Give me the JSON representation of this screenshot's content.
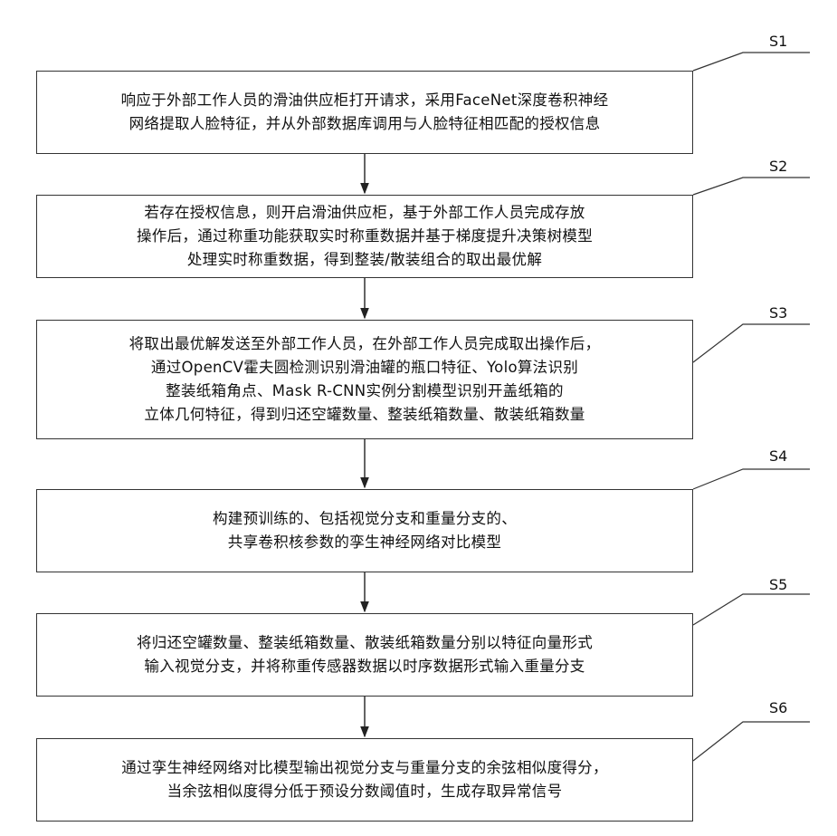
{
  "steps": [
    {
      "label": "S1",
      "lines": [
        "响应于外部工作人员的滑油供应柜打开请求，采用FaceNet深度卷积神经",
        "网络提取人脸特征，并从外部数据库调用与人脸特征相匹配的授权信息"
      ]
    },
    {
      "label": "S2",
      "lines": [
        "若存在授权信息，则开启滑油供应柜，基于外部工作人员完成存放",
        "操作后，通过称重功能获取实时称重数据并基于梯度提升决策树模型",
        "处理实时称重数据，得到整装/散装组合的取出最优解"
      ]
    },
    {
      "label": "S3",
      "lines": [
        "将取出最优解发送至外部工作人员，在外部工作人员完成取出操作后，",
        "通过OpenCV霍夫圆检测识别滑油罐的瓶口特征、Yolo算法识别",
        "整装纸箱角点、Mask R-CNN实例分割模型识别开盖纸箱的",
        "立体几何特征，得到归还空罐数量、整装纸箱数量、散装纸箱数量"
      ]
    },
    {
      "label": "S4",
      "lines": [
        "构建预训练的、包括视觉分支和重量分支的、",
        "共享卷积核参数的孪生神经网络对比模型"
      ]
    },
    {
      "label": "S5",
      "lines": [
        "将归还空罐数量、整装纸箱数量、散装纸箱数量分别以特征向量形式",
        "输入视觉分支，并将称重传感器数据以时序数据形式输入重量分支"
      ]
    },
    {
      "label": "S6",
      "lines": [
        "通过孪生神经网络对比模型输出视觉分支与重量分支的余弦相似度得分，",
        "当余弦相似度得分低于预设分数阈值时，生成存取异常信号"
      ]
    }
  ]
}
